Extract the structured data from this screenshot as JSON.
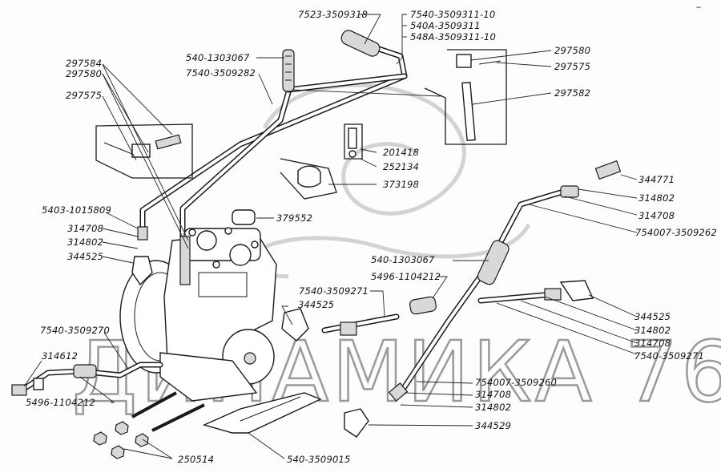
{
  "diagram": {
    "title": "Compressor and air lines assembly (exploded view)",
    "watermark": "ДИНАМИКА 76",
    "corner_mark": "~"
  },
  "labels": [
    {
      "id": "l1",
      "text": "7523-3509318"
    },
    {
      "id": "l2",
      "text": "7540-3509311-10"
    },
    {
      "id": "l3",
      "text": "540А-3509311"
    },
    {
      "id": "l4",
      "text": "548А-3509311-10"
    },
    {
      "id": "l5",
      "text": "540-1303067"
    },
    {
      "id": "l6",
      "text": "7540-3509282"
    },
    {
      "id": "l7",
      "text": "297584"
    },
    {
      "id": "l8",
      "text": "297580"
    },
    {
      "id": "l9",
      "text": "297575"
    },
    {
      "id": "l10",
      "text": "297580"
    },
    {
      "id": "l11",
      "text": "297575"
    },
    {
      "id": "l12",
      "text": "297582"
    },
    {
      "id": "l13",
      "text": "201418"
    },
    {
      "id": "l14",
      "text": "252134"
    },
    {
      "id": "l15",
      "text": "373198"
    },
    {
      "id": "l16",
      "text": "379552"
    },
    {
      "id": "l17",
      "text": "5403-1015809"
    },
    {
      "id": "l18",
      "text": "314708"
    },
    {
      "id": "l19",
      "text": "314802"
    },
    {
      "id": "l20",
      "text": "344525"
    },
    {
      "id": "l21",
      "text": "344771"
    },
    {
      "id": "l22",
      "text": "314802"
    },
    {
      "id": "l23",
      "text": "314708"
    },
    {
      "id": "l24",
      "text": "754007-3509262"
    },
    {
      "id": "l25",
      "text": "540-1303067"
    },
    {
      "id": "l26",
      "text": "5496-1104212"
    },
    {
      "id": "l27",
      "text": "7540-3509271"
    },
    {
      "id": "l28",
      "text": "344525"
    },
    {
      "id": "l29",
      "text": "344525"
    },
    {
      "id": "l30",
      "text": "314802"
    },
    {
      "id": "l31",
      "text": "314708"
    },
    {
      "id": "l32",
      "text": "7540-3509271"
    },
    {
      "id": "l33",
      "text": "7540-3509270"
    },
    {
      "id": "l34",
      "text": "314612"
    },
    {
      "id": "l35",
      "text": "5496-1104212"
    },
    {
      "id": "l36",
      "text": "754007-3509260"
    },
    {
      "id": "l37",
      "text": "314708"
    },
    {
      "id": "l38",
      "text": "314802"
    },
    {
      "id": "l39",
      "text": "344529"
    },
    {
      "id": "l40",
      "text": "250514"
    },
    {
      "id": "l41",
      "text": "540-3509015"
    }
  ]
}
